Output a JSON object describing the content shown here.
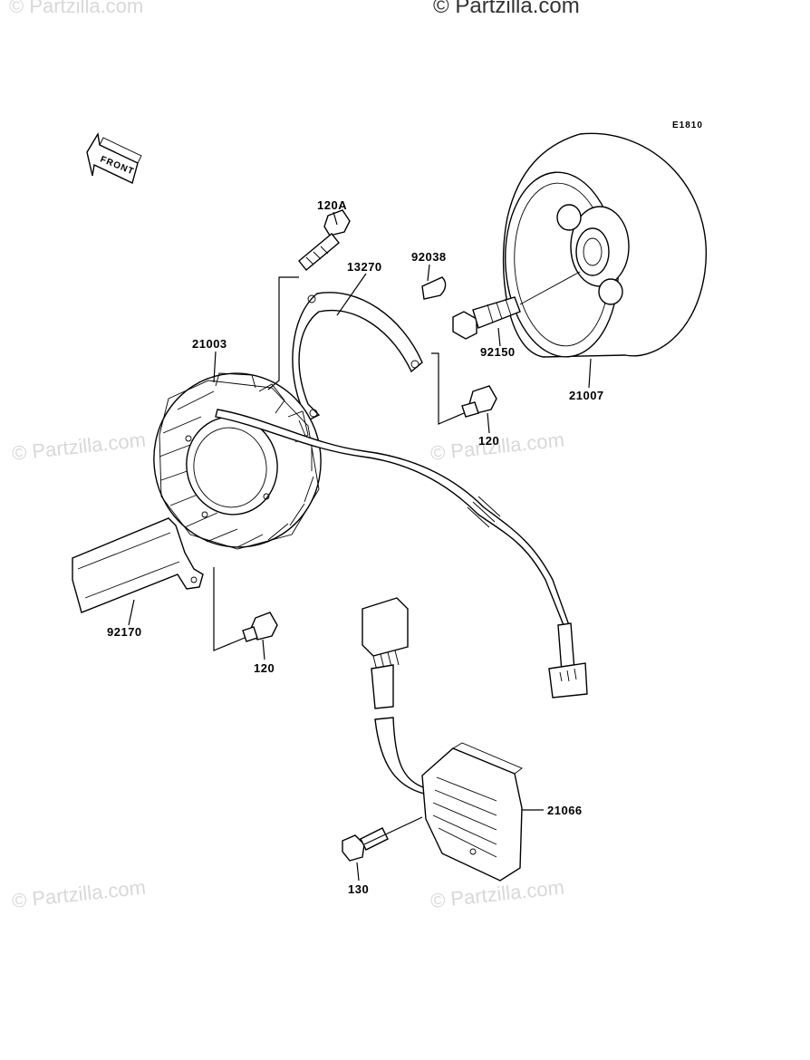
{
  "watermarks": {
    "top_left": "© Partzilla.com",
    "top_center": "© Partzilla.com",
    "mid_left": "© Partzilla.com",
    "mid_right": "© Partzilla.com",
    "bottom_left": "© Partzilla.com",
    "bottom_right": "© Partzilla.com"
  },
  "diagram_code": "E1810",
  "front_marker": "FRONT",
  "parts": [
    {
      "id": "120A",
      "label": "120A"
    },
    {
      "id": "13270",
      "label": "13270"
    },
    {
      "id": "92038",
      "label": "92038"
    },
    {
      "id": "21003",
      "label": "21003"
    },
    {
      "id": "92150",
      "label": "92150"
    },
    {
      "id": "21007",
      "label": "21007"
    },
    {
      "id": "120-upper",
      "label": "120"
    },
    {
      "id": "92170",
      "label": "92170"
    },
    {
      "id": "120-lower",
      "label": "120"
    },
    {
      "id": "21066",
      "label": "21066"
    },
    {
      "id": "130",
      "label": "130"
    }
  ]
}
